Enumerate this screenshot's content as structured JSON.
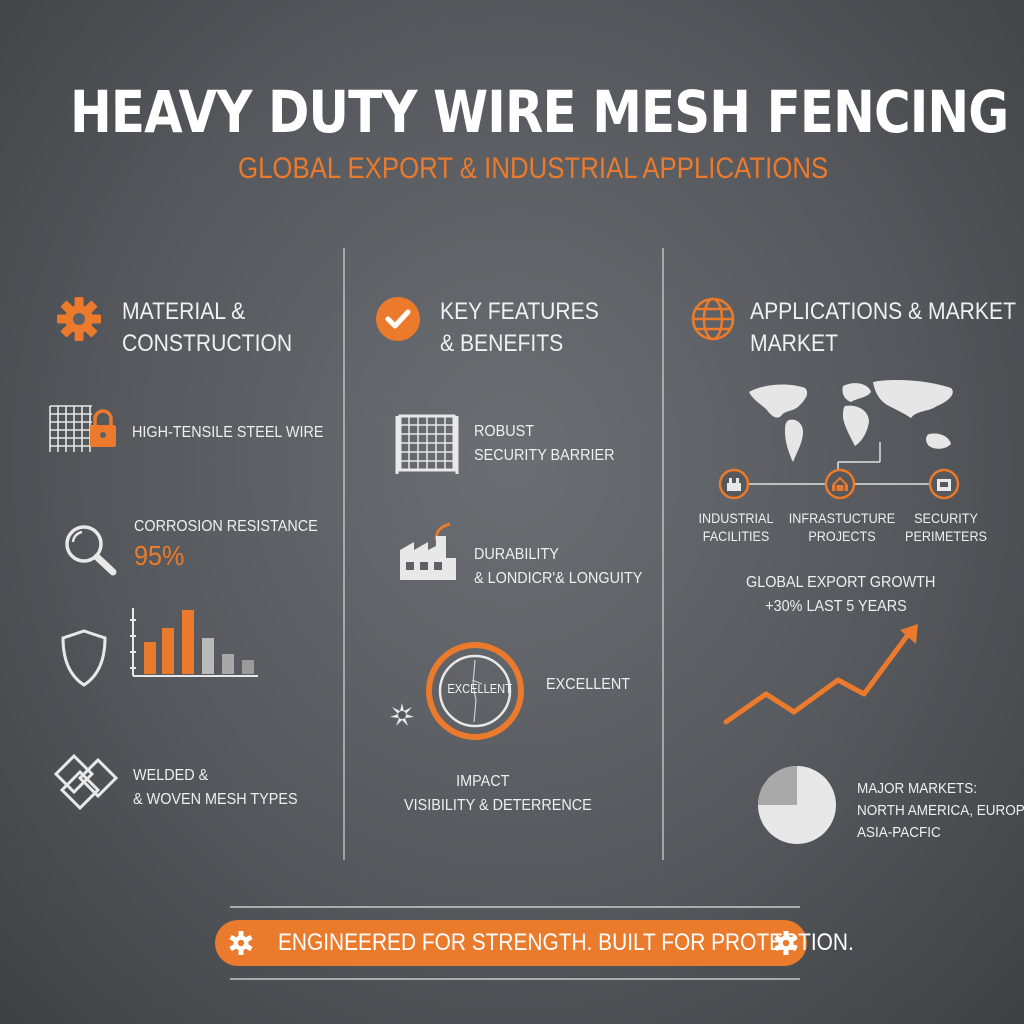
{
  "header": {
    "title": "HEAVY DUTY WIRE MESH FENCING",
    "subtitle": "GLOBAL EXPORT & INDUSTRIAL APPLICATIONS"
  },
  "colors": {
    "accent": "#ec7a2c",
    "text": "#f2f2f2",
    "icon": "#e8e8e8"
  },
  "columns": {
    "material": {
      "title_line1": "MATERIAL &",
      "title_line2": "CONSTRUCTION",
      "icon": "gear-icon",
      "items": {
        "wire": {
          "label": "HIGH-TENSILE STEEL WIRE",
          "icon": "mesh-lock-icon"
        },
        "corrosion": {
          "label": "CORROSION RESISTANCE",
          "value": "95%",
          "icon": "magnifier-icon"
        },
        "strength": {
          "icon": "shield-icon",
          "bar_chart_icon": "bar-chart-icon"
        },
        "mesh_types": {
          "label_line1": "WELDED &",
          "label_line2": "& WOVEN MESH TYPES",
          "icon": "woven-mesh-icon"
        }
      }
    },
    "features": {
      "title_line1": "KEY FEATURES",
      "title_line2": "& BENEFITS",
      "icon": "check-circle-icon",
      "items": {
        "security": {
          "label_line1": "ROBUST",
          "label_line2": "SECURITY BARRIER",
          "icon": "fence-icon"
        },
        "durability": {
          "label_line1": "DURABILITY",
          "label_line2": "& LONDICR'& LONGUITY",
          "icon": "factory-icon"
        },
        "impact": {
          "badge_text": "EXCELLENT",
          "side_label": "EXCELLENT",
          "label_line1": "IMPACT",
          "label_line2": "VISIBILITY & DETERRENCE",
          "icon": "impact-burst-icon"
        }
      }
    },
    "applications": {
      "title_line1": "APPLICATIONS & MARKET",
      "title_line2": "MARKET",
      "icon": "globe-icon",
      "map_icon": "world-map-icon",
      "nodes": [
        {
          "line1": "INDUSTRIAL",
          "line2": "FACILITIES",
          "icon": "industrial-icon"
        },
        {
          "line1": "INFRASTUCTURE",
          "line2": "PROJECTS",
          "icon": "infrastructure-icon"
        },
        {
          "line1": "SECURITY",
          "line2": "PERIMETERS",
          "icon": "security-icon"
        }
      ],
      "growth": {
        "line1": "GLOBAL EXPORT GROWTH",
        "line2": "+30% LAST 5 YEARS",
        "icon": "growth-trend-icon"
      },
      "markets": {
        "line1": "MAJOR MARKETS:",
        "line2": "NORTH AMERICA, EUROPE,",
        "line3": "ASIA-PACFIC",
        "icon": "pie-chart-icon"
      }
    }
  },
  "footer": {
    "text": "ENGINEERED FOR STRENGTH. BUILT FOR PROTECTION."
  }
}
